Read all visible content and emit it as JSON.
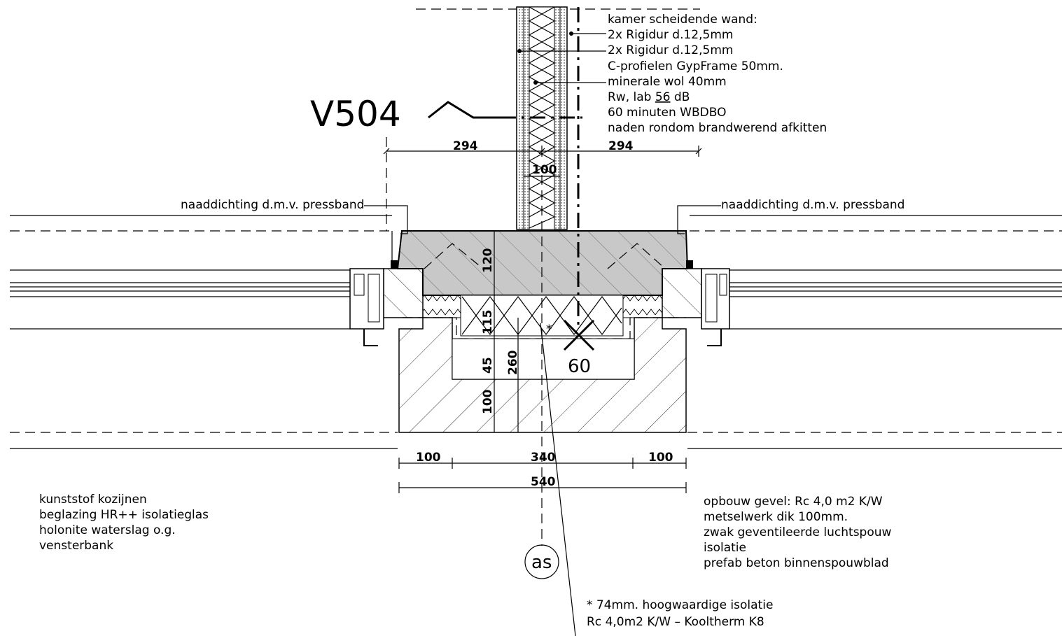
{
  "detail_id": "V504",
  "wall_note": {
    "title": "kamer scheidende wand:",
    "lines": [
      "2x Rigidur d.12,5mm",
      "2x Rigidur d.12,5mm",
      "C-profielen GypFrame 50mm.",
      "minerale wol 40mm",
      "60 minuten WBDBO",
      "naden rondom brandwerend afkitten"
    ],
    "rw_prefix": "Rw, lab ",
    "rw_value": "56",
    "rw_suffix": " dB"
  },
  "seal_label_left": "naaddichting d.m.v. pressband",
  "seal_label_right": "naaddichting d.m.v. pressband",
  "dimensions": {
    "top_left": "294",
    "top_right": "294",
    "wall_width": "100",
    "slab_120": "120",
    "ins_115": "115",
    "h_45": "45",
    "h_260": "260",
    "h_100": "100",
    "bottom_left": "100",
    "bottom_mid": "340",
    "bottom_right": "100",
    "bottom_total": "540"
  },
  "fire_rating": "60",
  "axis_label": "as",
  "asterisk": "*",
  "left_note": [
    "kunststof  kozijnen",
    "beglazing HR++ isolatieglas",
    "holonite waterslag o.g.",
    "vensterbank"
  ],
  "facade_note": [
    "opbouw gevel: Rc 4,0 m2 K/W",
    "metselwerk dik 100mm.",
    "zwak geventileerde luchtspouw",
    "isolatie",
    "prefab beton binnenspouwblad"
  ],
  "insulation_note": [
    "* 74mm. hoogwaardige isolatie",
    "Rc 4,0m2 K/W – Kooltherm K8"
  ],
  "colors": {
    "line": "#000000",
    "slab_fill": "#c8c8c8",
    "background": "#ffffff"
  }
}
